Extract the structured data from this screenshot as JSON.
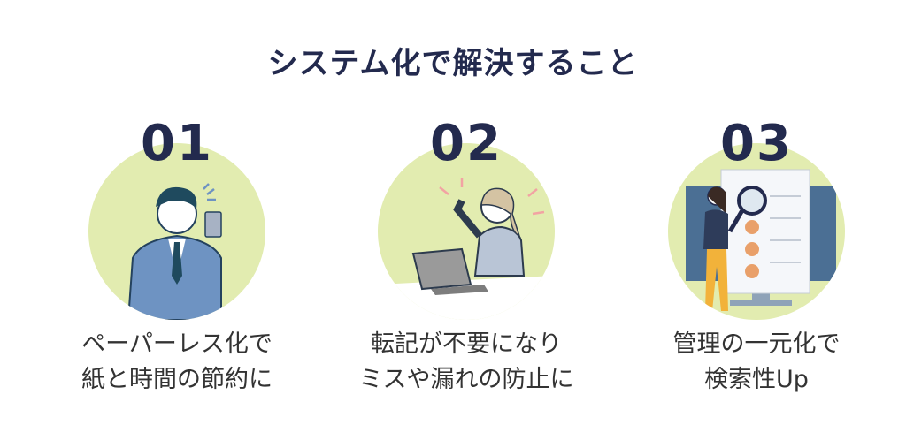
{
  "title": "システム化で解決すること",
  "items": [
    {
      "number": "01",
      "line1": "ペーパーレス化で",
      "line2": "紙と時間の節約に",
      "illustration": "man-with-smartphone"
    },
    {
      "number": "02",
      "line1": "転記が不要になり",
      "line2": "ミスや漏れの防止に",
      "illustration": "woman-at-laptop"
    },
    {
      "number": "03",
      "line1": "管理の一元化で",
      "line2": "検索性Up",
      "illustration": "woman-with-magnifier"
    }
  ],
  "colors": {
    "navy": "#232a4e",
    "circle": "#e2ecb0"
  }
}
